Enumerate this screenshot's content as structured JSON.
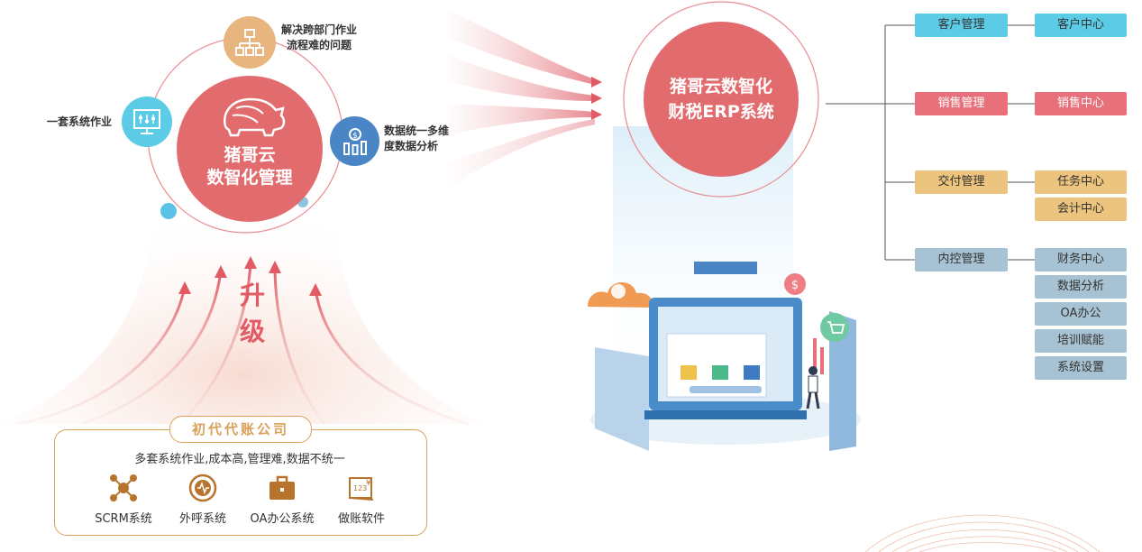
{
  "left": {
    "center_title_line1": "猪哥云",
    "center_title_line2": "数智化管理",
    "top_caption_line1": "解决跨部门作业",
    "top_caption_line2": "流程难的问题",
    "left_caption": "一套系统作业",
    "right_caption_line1": "数据统一多维",
    "right_caption_line2": "度数据分析",
    "upgrade_char1": "升",
    "upgrade_char2": "级",
    "legacy": {
      "title": "初代代账公司",
      "desc": "多套系统作业,成本高,管理难,数据不统一",
      "tools": [
        "SCRM系统",
        "外呼系统",
        "OA办公系统",
        "做账软件"
      ]
    }
  },
  "right": {
    "erp_line1": "猪哥云数智化",
    "erp_line2": "财税ERP系统",
    "groups": [
      {
        "label": "客户管理",
        "children": [
          "客户中心"
        ]
      },
      {
        "label": "销售管理",
        "children": [
          "销售中心"
        ]
      },
      {
        "label": "交付管理",
        "children": [
          "任务中心",
          "会计中心"
        ]
      },
      {
        "label": "内控管理",
        "children": [
          "财务中心",
          "数据分析",
          "OA办公",
          "培训赋能",
          "系统设置"
        ]
      }
    ],
    "dollar_symbol": "$"
  },
  "colors": {
    "brand_red": "#e26b6e",
    "customer": "#5ccbe6",
    "sales": "#e7707a",
    "delivery": "#ecc47e",
    "control": "#a7c3d3",
    "gold": "#d8a25a"
  }
}
